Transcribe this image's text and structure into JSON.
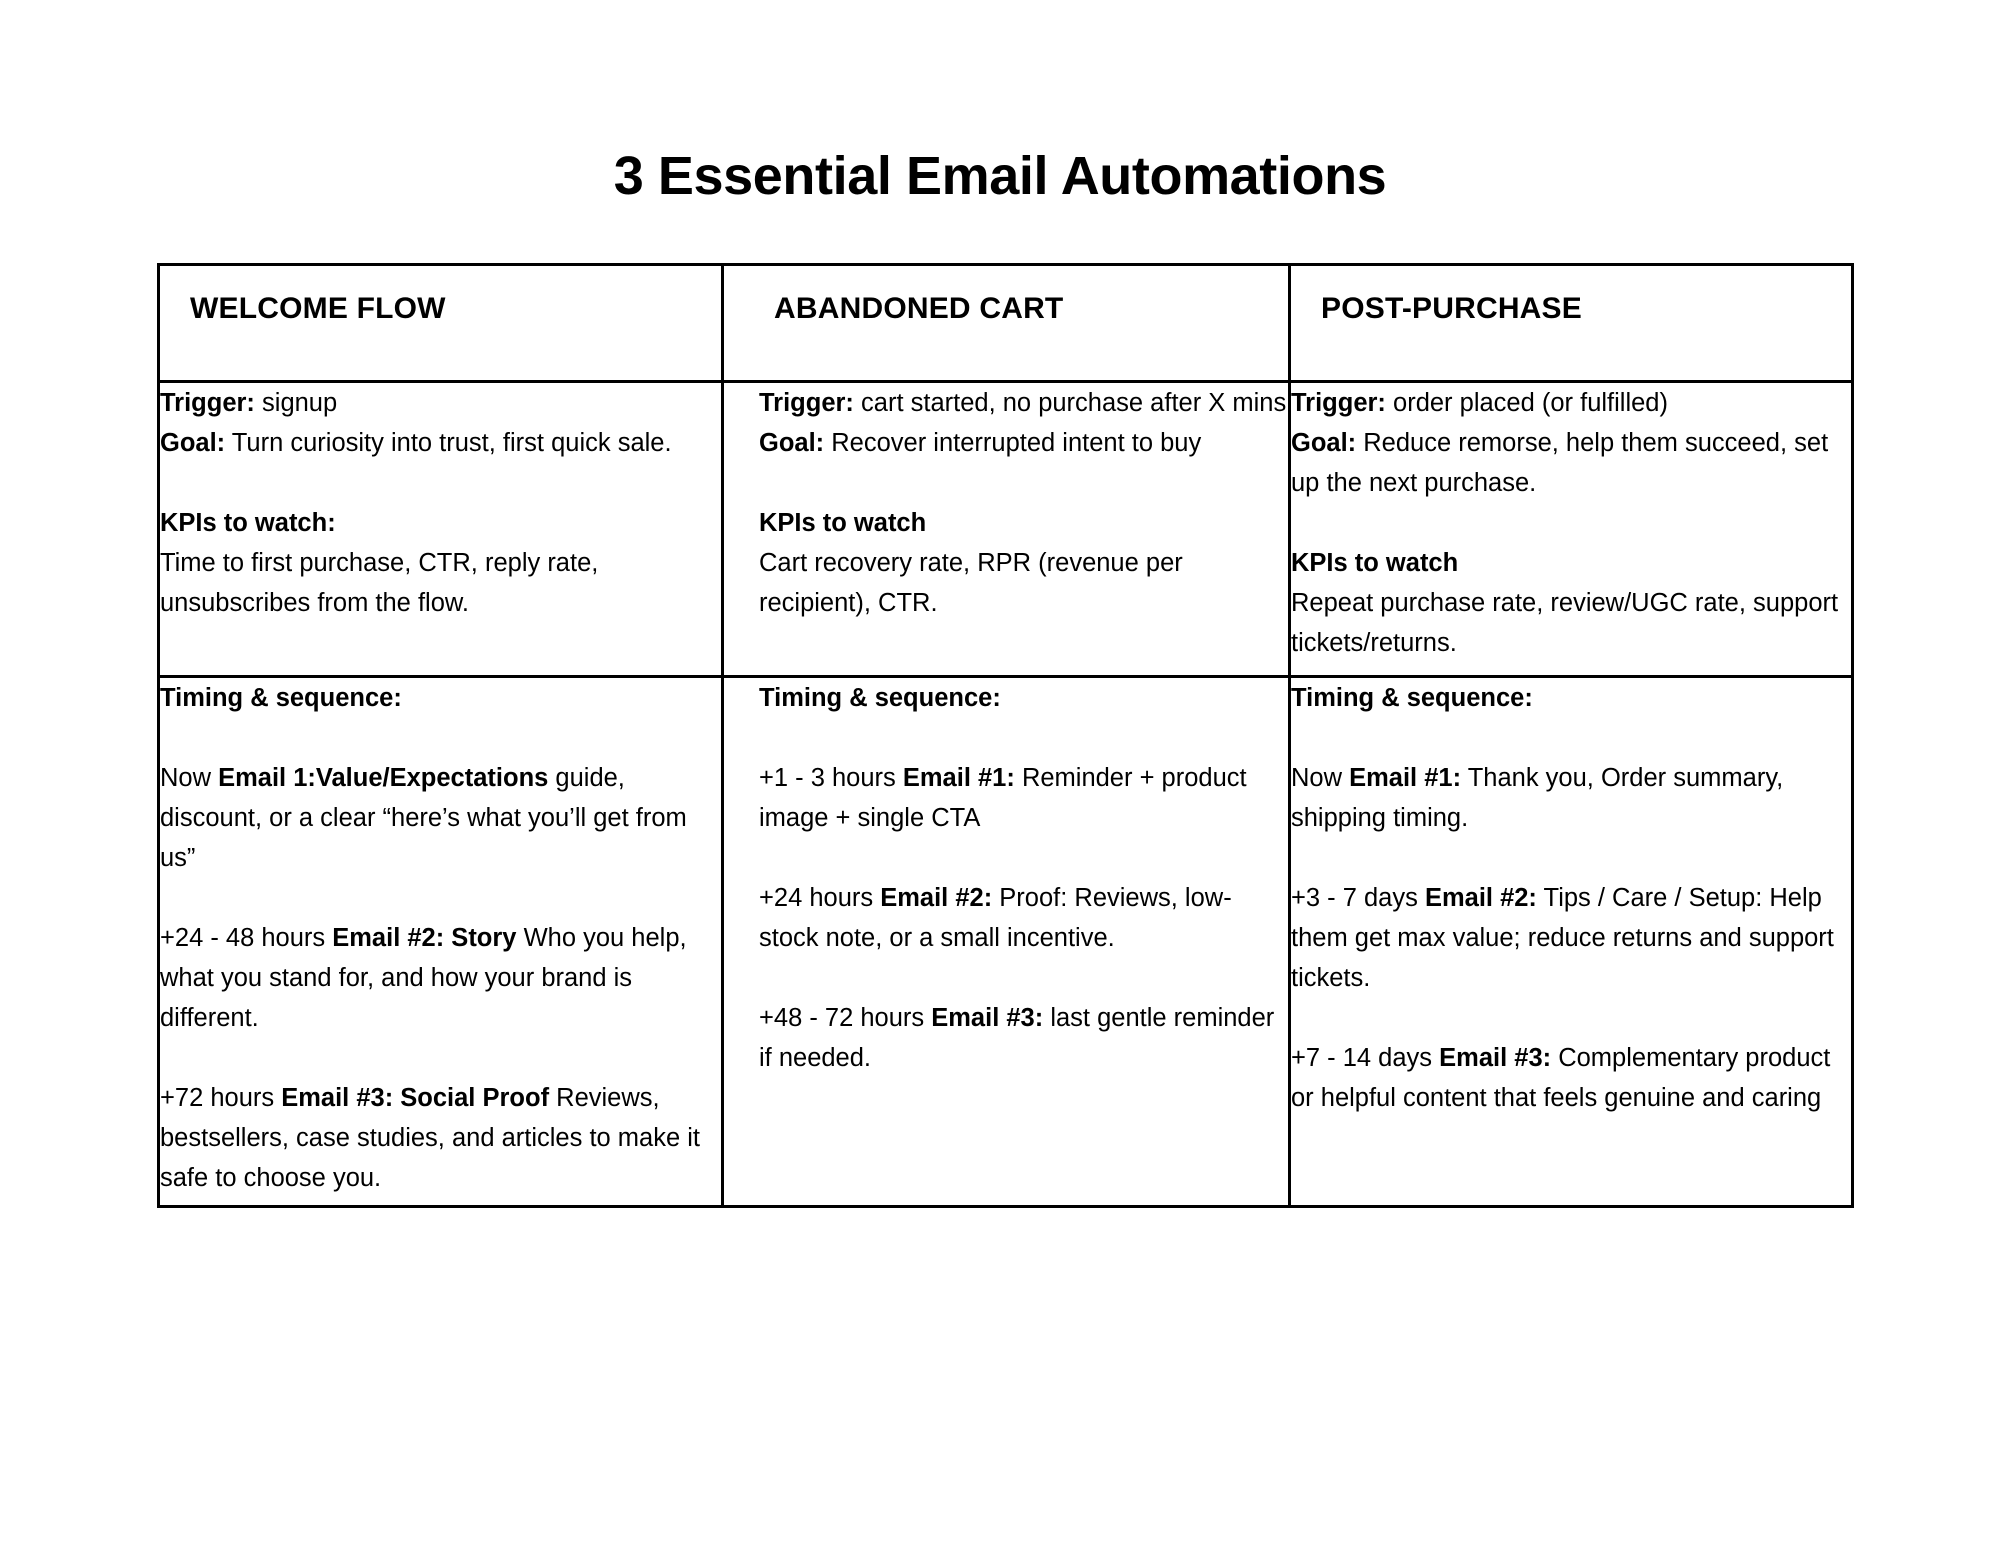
{
  "document": {
    "title": "3 Essential Email Automations"
  },
  "table": {
    "columns": [
      {
        "header": "WELCOME FLOW",
        "overview": [
          [
            {
              "t": "Trigger:",
              "b": true
            },
            {
              "t": " signup",
              "b": false
            }
          ],
          [
            {
              "t": "Goal:",
              "b": true
            },
            {
              "t": " Turn curiosity into trust, first quick sale.",
              "b": false
            }
          ]
        ],
        "kpi_heading": "KPIs to watch:",
        "kpi_text": "Time to first purchase, CTR, reply rate, unsubscribes from the flow.",
        "timing_heading": "Timing & sequence:",
        "timing_steps": [
          [
            {
              "t": "Now ",
              "b": false
            },
            {
              "t": "Email 1:Value/Expectations",
              "b": true
            },
            {
              "t": " guide, discount, or a clear “here’s what you’ll get from us”",
              "b": false
            }
          ],
          [
            {
              "t": "+24 - 48 hours ",
              "b": false
            },
            {
              "t": "Email #2: Story",
              "b": true
            },
            {
              "t": " Who you help, what you stand for, and how your brand is different.",
              "b": false
            }
          ],
          [
            {
              "t": "+72 hours ",
              "b": false
            },
            {
              "t": "Email #3: Social Proof",
              "b": true
            },
            {
              "t": " Reviews, bestsellers, case studies, and articles to make it safe to choose you.",
              "b": false
            }
          ]
        ]
      },
      {
        "header": "ABANDONED CART",
        "overview": [
          [
            {
              "t": "Trigger:",
              "b": true
            },
            {
              "t": " cart started, no purchase after X mins",
              "b": false
            }
          ],
          [
            {
              "t": "Goal:",
              "b": true
            },
            {
              "t": " Recover interrupted intent to buy",
              "b": false
            }
          ]
        ],
        "kpi_heading": "KPIs to watch",
        "kpi_text": "Cart recovery rate, RPR (revenue per recipient), CTR.",
        "timing_heading": "Timing & sequence:",
        "timing_steps": [
          [
            {
              "t": "+1 - 3 hours ",
              "b": false
            },
            {
              "t": "Email #1:",
              "b": true
            },
            {
              "t": " Reminder + product image + single CTA",
              "b": false
            }
          ],
          [
            {
              "t": "+24 hours ",
              "b": false
            },
            {
              "t": "Email #2:",
              "b": true
            },
            {
              "t": " Proof: Reviews, low-stock note, or a small incentive.",
              "b": false
            }
          ],
          [
            {
              "t": "+48 - 72 hours ",
              "b": false
            },
            {
              "t": "Email #3:",
              "b": true
            },
            {
              "t": " last gentle reminder if needed.",
              "b": false
            }
          ]
        ]
      },
      {
        "header": "POST-PURCHASE",
        "overview": [
          [
            {
              "t": "Trigger:",
              "b": true
            },
            {
              "t": " order placed (or fulfilled)",
              "b": false
            }
          ],
          [
            {
              "t": "Goal:",
              "b": true
            },
            {
              "t": " Reduce remorse, help them succeed, set up the next purchase.",
              "b": false
            }
          ]
        ],
        "kpi_heading": "KPIs to watch",
        "kpi_text": "Repeat purchase rate, review/UGC rate, support tickets/returns.",
        "timing_heading": "Timing & sequence:",
        "timing_steps": [
          [
            {
              "t": "Now ",
              "b": false
            },
            {
              "t": "Email #1:",
              "b": true
            },
            {
              "t": " Thank you, Order summary, shipping timing.",
              "b": false
            }
          ],
          [
            {
              "t": "+3 - 7 days ",
              "b": false
            },
            {
              "t": "Email #2:",
              "b": true
            },
            {
              "t": " Tips / Care / Setup: Help them get max value; reduce returns and support tickets.",
              "b": false
            }
          ],
          [
            {
              "t": "+7 - 14 days ",
              "b": false
            },
            {
              "t": "Email #3:",
              "b": true
            },
            {
              "t": " Complementary product or helpful content that feels genuine and caring",
              "b": false
            }
          ]
        ]
      }
    ]
  }
}
